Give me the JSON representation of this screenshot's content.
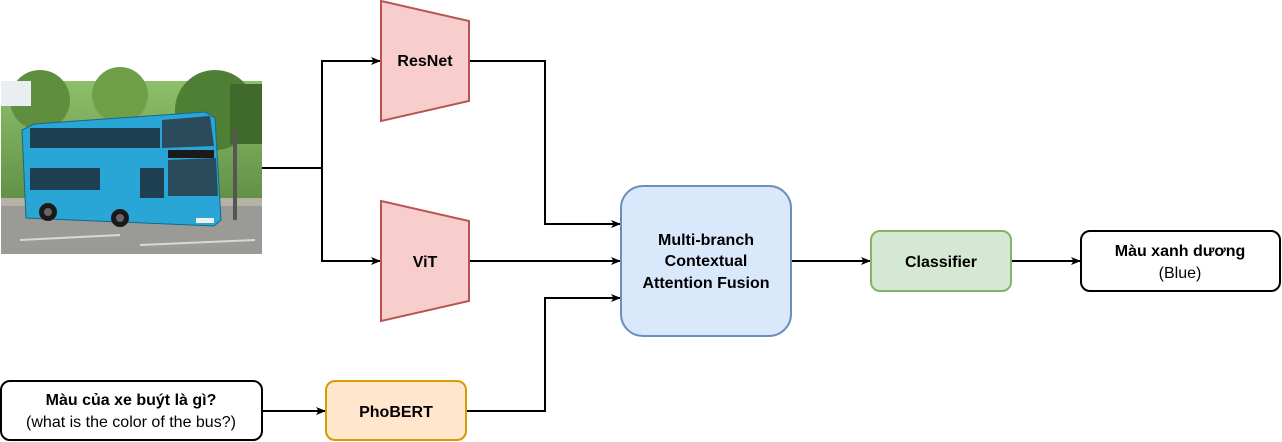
{
  "nodes": {
    "image": {
      "alt": ""
    },
    "resnet": {
      "label": "ResNet",
      "fill": "#f8cecc",
      "stroke": "#b85450"
    },
    "vit": {
      "label": "ViT",
      "fill": "#f8cecc",
      "stroke": "#b85450"
    },
    "phobert": {
      "label": "PhoBERT",
      "fill": "#ffe6cc",
      "stroke": "#d79b00"
    },
    "fusion": {
      "line1": "Multi-branch",
      "line2": "Contextual",
      "line3": "Attention Fusion",
      "fill": "#dae8fc",
      "stroke": "#6c8ebf"
    },
    "classifier": {
      "label": "Classifier",
      "fill": "#d5e8d4",
      "stroke": "#82b366"
    },
    "question": {
      "line1": "Màu của xe buýt là gì?",
      "line2": "(what is the color of the bus?)"
    },
    "answer": {
      "line1": "Màu xanh dương",
      "line2": "(Blue)"
    }
  },
  "colors": {
    "bus": "#2aa6d6",
    "arrow": "#000000"
  }
}
